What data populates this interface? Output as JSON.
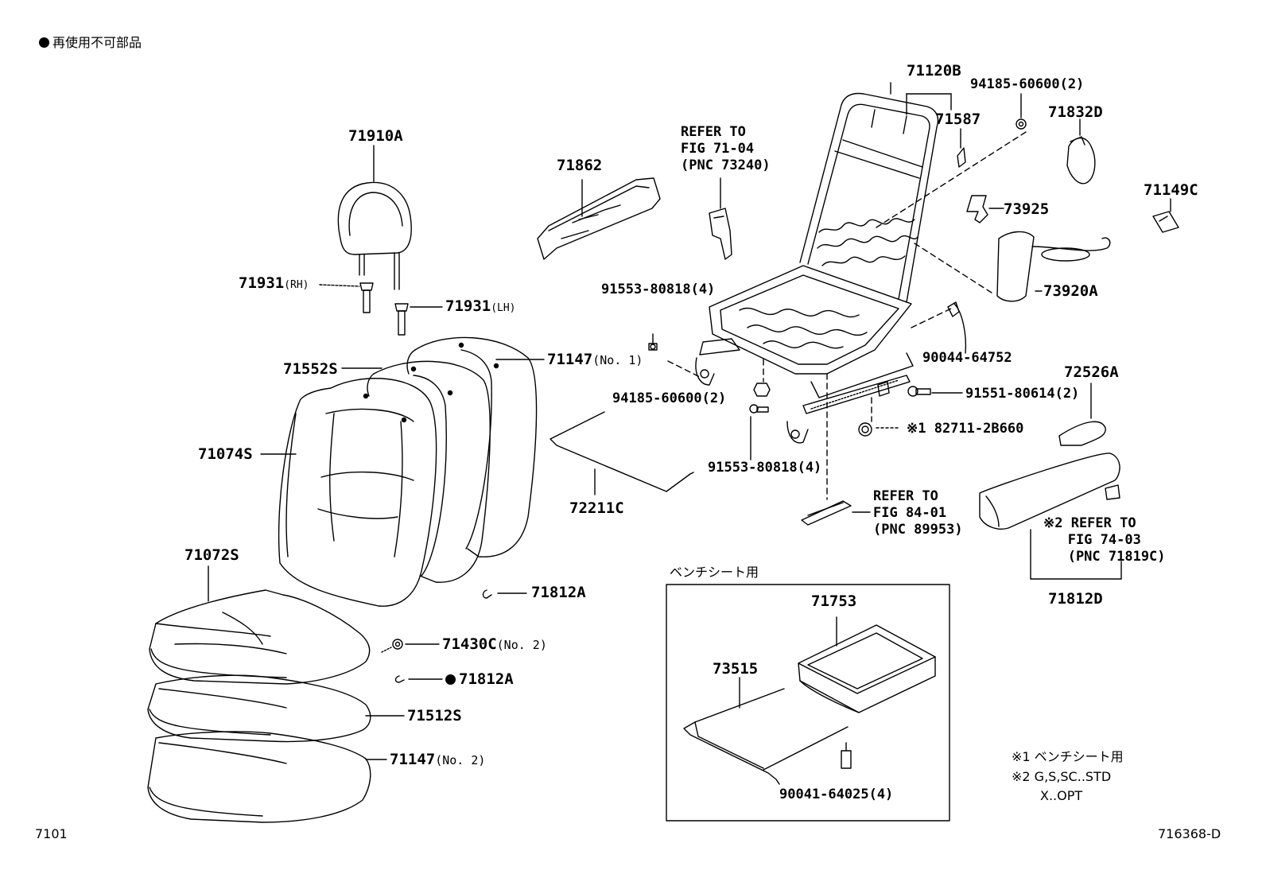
{
  "legend": {
    "text": "再使用不可部品"
  },
  "footer": {
    "left_code": "7101",
    "right_code": "716368-D"
  },
  "bench_box": {
    "title": "ベンチシート用"
  },
  "notes": {
    "note1": "※1 ベンチシート用",
    "note2": "※2 G,S,SC..STD",
    "note2b": "X..OPT"
  },
  "parts": {
    "p71910A": "71910A",
    "p71931RH": "71931",
    "p71931RH_sfx": "(RH)",
    "p71931LH": "71931",
    "p71931LH_sfx": "(LH)",
    "p71552S": "71552S",
    "p71147no1": "71147",
    "p71147no1_sfx": "(No. 1)",
    "p71074S": "71074S",
    "p71072S": "71072S",
    "p71812A_1": "71812A",
    "p71430C": "71430C",
    "p71430C_sfx": "(No. 2)",
    "p71812A_2": "71812A",
    "p71512S": "71512S",
    "p71147no2": "71147",
    "p71147no2_sfx": "(No. 2)",
    "p71862": "71862",
    "ref_71_04": "REFER TO\nFIG 71-04\n(PNC 73240)",
    "p91553_a": "91553-80818(4)",
    "p94185_a": "94185-60600(2)",
    "p91553_b": "91553-80818(4)",
    "p72211C": "72211C",
    "p71120B": "71120B",
    "p94185_b": "94185-60600(2)",
    "p71587": "71587",
    "p71832D": "71832D",
    "p73925": "73925",
    "p71149C": "71149C",
    "p73920A": "73920A",
    "p90044": "90044-64752",
    "p72526A": "72526A",
    "p91551": "91551-80614(2)",
    "p82711": "※1 82711-2B660",
    "ref_84_01": "REFER TO\nFIG 84-01\n(PNC 89953)",
    "ref_74_03": "※2 REFER TO\n   FIG 74-03\n   (PNC 71819C)",
    "p71812D": "71812D",
    "p71753": "71753",
    "p73515": "73515",
    "p90041": "90041-64025(4)"
  }
}
